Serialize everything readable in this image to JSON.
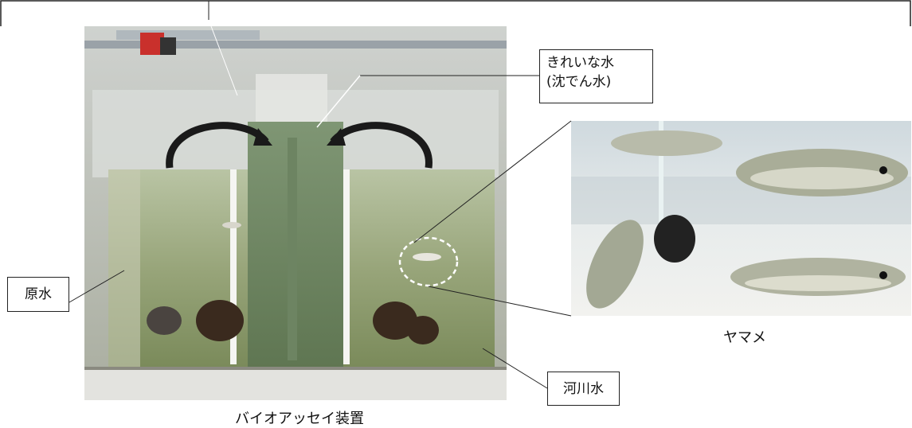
{
  "labels": {
    "clean_water_line1": "きれいな水",
    "clean_water_line2": "(沈でん水)",
    "raw_water": "原水",
    "river_water": "河川水",
    "fish": "ヤマメ",
    "apparatus": "バイオアッセイ装置"
  },
  "colors": {
    "frame": "#222222",
    "tank_water": "#8f9a6e",
    "arrow": "#1a1a1a"
  }
}
